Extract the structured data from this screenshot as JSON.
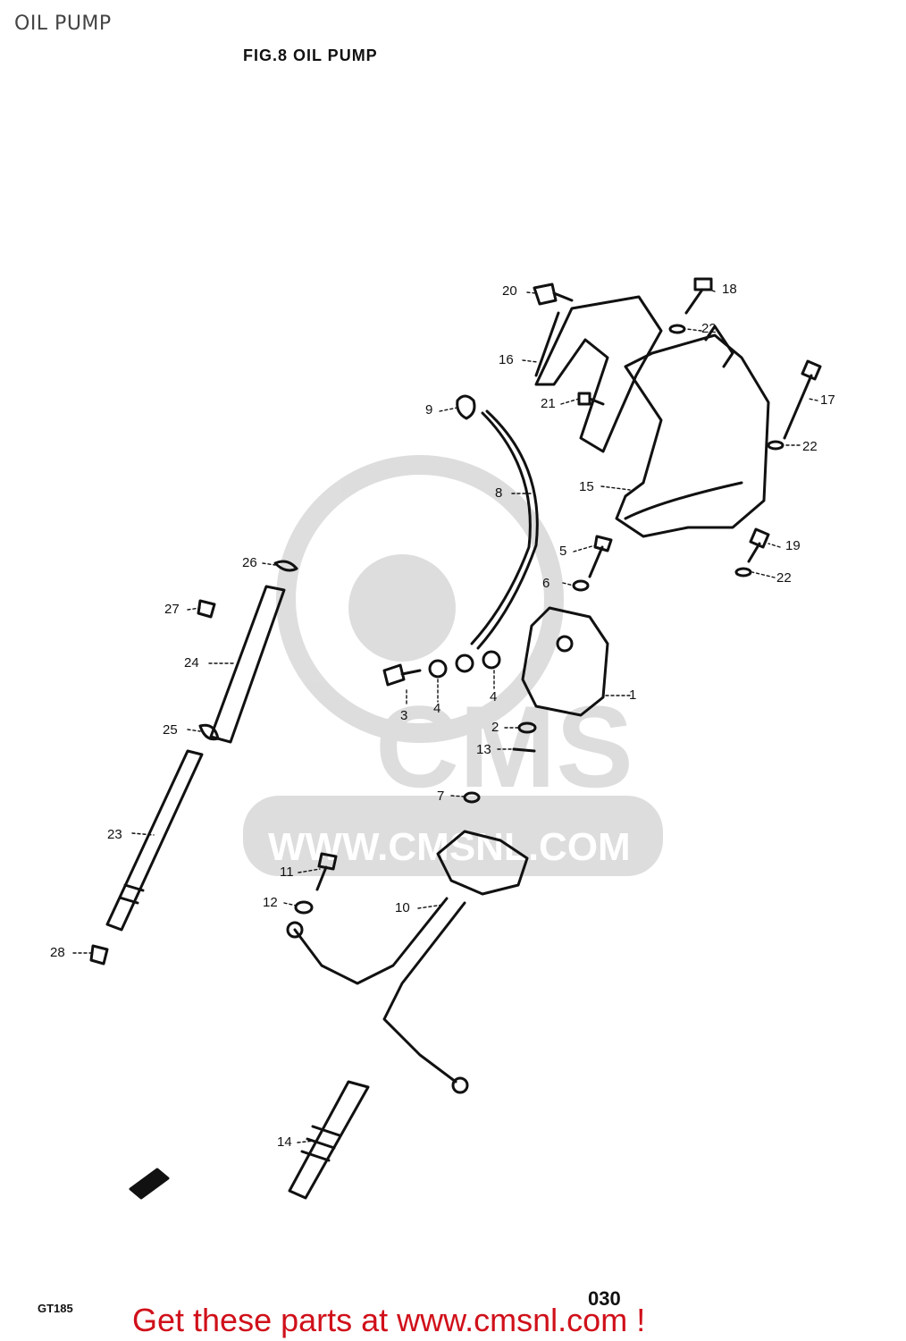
{
  "page": {
    "title": "OIL PUMP"
  },
  "figure": {
    "title": "FIG.8  OIL PUMP",
    "model_code": "GT185",
    "page_number": "030"
  },
  "watermark": {
    "brand": "CMS",
    "url": "WWW.CMSNL.COM"
  },
  "callouts": [
    "20",
    "18",
    "22",
    "16",
    "21",
    "17",
    "9",
    "22",
    "8",
    "15",
    "5",
    "19",
    "26",
    "6",
    "22",
    "27",
    "24",
    "1",
    "3",
    "4",
    "4",
    "25",
    "2",
    "13",
    "23",
    "7",
    "11",
    "10",
    "12",
    "28",
    "14"
  ],
  "footer": {
    "text": "Get these parts at www.cmsnl.com !",
    "color": "#d0101a"
  }
}
